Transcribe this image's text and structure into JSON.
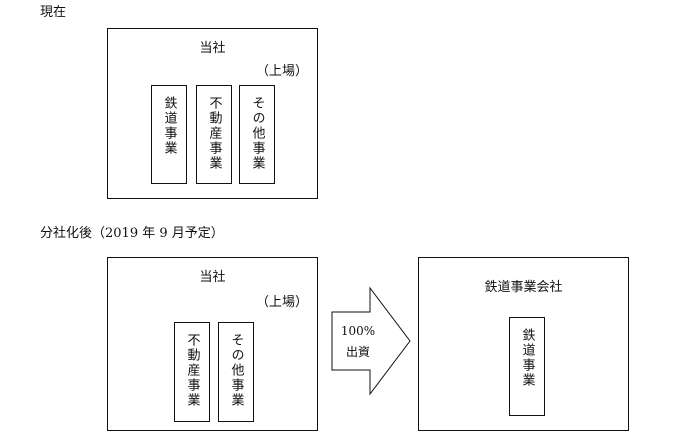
{
  "current": {
    "heading": "現在",
    "company": "当社",
    "listed": "（上場）",
    "businesses": [
      "鉄道事業",
      "不動産事業",
      "その他事業"
    ]
  },
  "after": {
    "heading": "分社化後（2019 年 9 月予定）",
    "company": "当社",
    "listed": "（上場）",
    "businesses": [
      "不動産事業",
      "その他事業"
    ],
    "investment_percent": "100%",
    "investment_label": "出資",
    "subsidiary": "鉄道事業会社",
    "subsidiary_business": "鉄道事業"
  }
}
